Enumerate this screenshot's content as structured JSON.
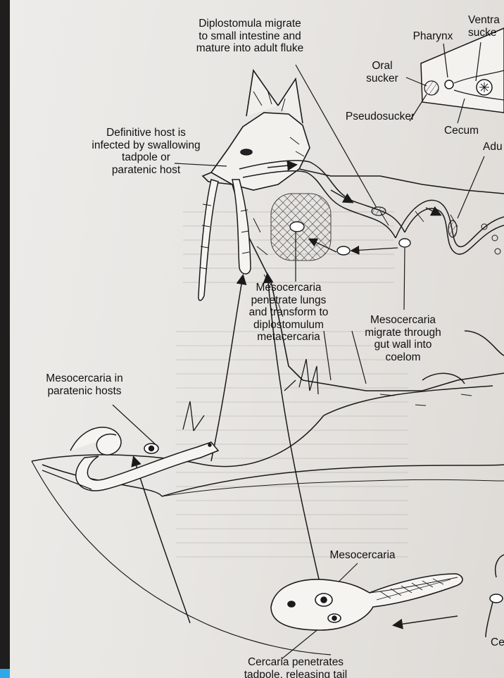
{
  "labels": {
    "diplostomula_migrate": "Diplostomula migrate\nto small intestine and\nmature into adult fluke",
    "pharynx": "Pharynx",
    "ventral_sucker": "Ventra\nsucke",
    "oral_sucker": "Oral\nsucker",
    "pseudosucker": "Pseudosucker",
    "cecum": "Cecum",
    "adult": "Adu",
    "definitive_host": "Definitive host is\ninfected by swallowing\ntadpole or\nparatenic host",
    "mesocercaria_lungs": "Mesocercaria\npenetrate lungs\nand transform to\ndiplostomulum\nmetacercaria",
    "mesocercaria_gut": "Mesocercaria\nmigrate through\ngut wall into\ncoelom",
    "mesocercaria_paratenic": "Mesocercaria in\nparatenic hosts",
    "mesocercaria": "Mesocercaria",
    "cercaria_penetrates": "Cercaria penetrates\ntadpole, releasing tail",
    "cercaria_edge": "Ce"
  },
  "colors": {
    "ink": "#1a1a1a",
    "paper": "#e9e7e4",
    "bleed": "#b9b6b1",
    "accent": "#2ea8e8"
  }
}
